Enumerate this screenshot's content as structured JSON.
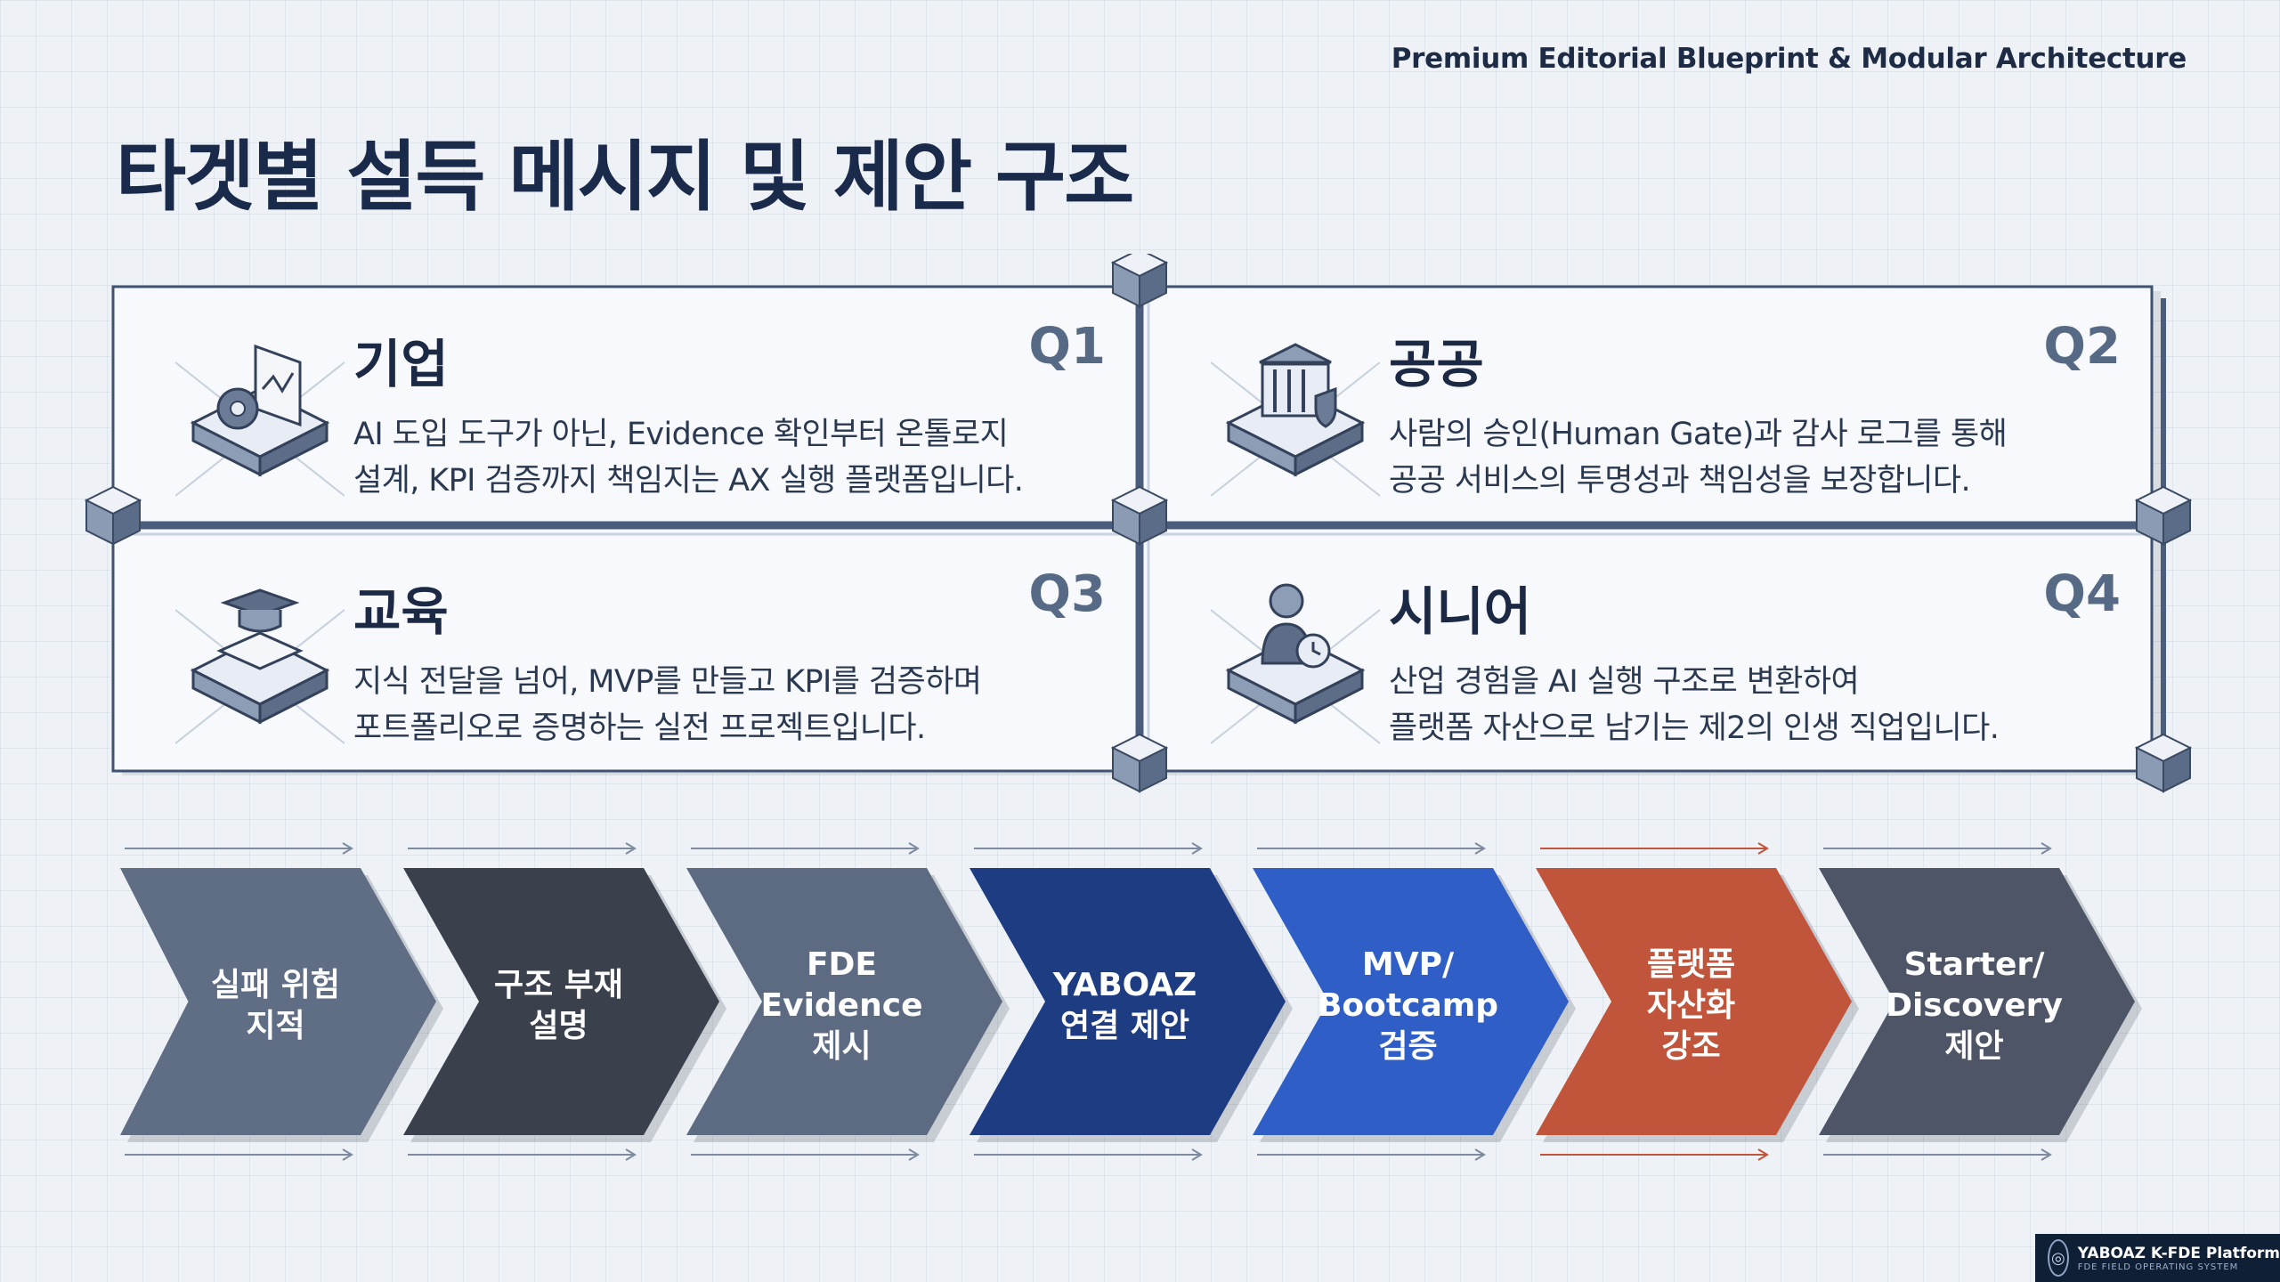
{
  "header": {
    "subtitle": "Premium Editorial Blueprint & Modular Architecture",
    "title": "타겟별 설득 메시지 및 제안 구조"
  },
  "quadrants": [
    {
      "label": "Q1",
      "title": "기업",
      "icon": "gear-chart-icon",
      "lines": [
        "AI 도입 도구가 아닌, Evidence 확인부터 온톨로지",
        "설계, KPI 검증까지 책임지는 AX 실행 플랫폼입니다."
      ]
    },
    {
      "label": "Q2",
      "title": "공공",
      "icon": "government-building-shield-icon",
      "lines": [
        "사람의 승인(Human Gate)과 감사 로그를 통해",
        "공공 서비스의 투명성과 책임성을 보장합니다."
      ]
    },
    {
      "label": "Q3",
      "title": "교육",
      "icon": "graduation-cap-book-icon",
      "lines": [
        "지식 전달을 넘어, MVP를 만들고 KPI를 검증하며",
        "포트폴리오로 증명하는 실전 프로젝트입니다."
      ]
    },
    {
      "label": "Q4",
      "title": "시니어",
      "icon": "person-clock-icon",
      "lines": [
        "산업 경험을 AI 실행 구조로 변환하여",
        "플랫폼 자산으로 남기는 제2의 인생 직업입니다."
      ]
    }
  ],
  "flow": [
    {
      "label": "실패 위험\n지적",
      "color": "#5f6d85"
    },
    {
      "label": "구조 부재\n설명",
      "color": "#3a414d"
    },
    {
      "label": "FDE\nEvidence\n제시",
      "color": "#5d6b82"
    },
    {
      "label": "YABOAZ\n연결 제안",
      "color": "#1e3c82"
    },
    {
      "label": "MVP/\nBootcamp\n검증",
      "color": "#2f5ec7"
    },
    {
      "label": "플랫폼\n자산화\n강조",
      "color": "#c1553c"
    },
    {
      "label": "Starter/\nDiscovery\n제안",
      "color": "#4d5566"
    }
  ],
  "footer": {
    "title": "YABOAZ K-FDE Platform",
    "subtitle": "FDE FIELD OPERATING SYSTEM"
  }
}
